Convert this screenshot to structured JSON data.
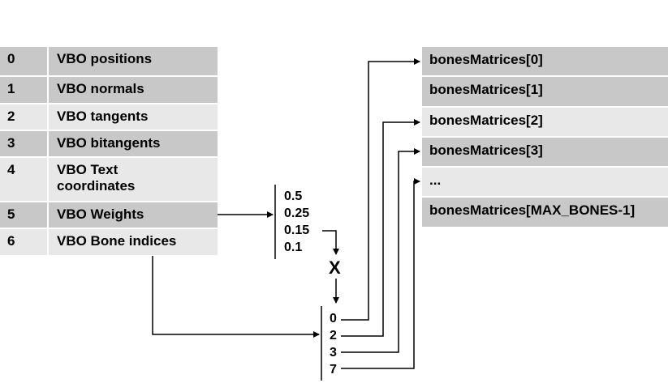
{
  "vbo_table": {
    "rows": [
      {
        "index": "0",
        "label": "VBO positions"
      },
      {
        "index": "1",
        "label": "VBO normals"
      },
      {
        "index": "2",
        "label": "VBO tangents"
      },
      {
        "index": "3",
        "label": "VBO bitangents"
      },
      {
        "index": "4",
        "label": "VBO Text coordinates"
      },
      {
        "index": "5",
        "label": "VBO Weights"
      },
      {
        "index": "6",
        "label": "VBO Bone indices"
      }
    ]
  },
  "weights": [
    "0.5",
    "0.25",
    "0.15",
    "0.1"
  ],
  "multiply_symbol": "X",
  "bone_indices": [
    "0",
    "2",
    "3",
    "7"
  ],
  "bones_table": {
    "rows": [
      "bonesMatrices[0]",
      "bonesMatrices[1]",
      "bonesMatrices[2]",
      "bonesMatrices[3]",
      "...",
      "bonesMatrices[MAX_BONES-1]"
    ]
  },
  "colors": {
    "dark_row": "#c8c8c8",
    "light_row": "#e8e8e8",
    "lines": "#000000"
  }
}
